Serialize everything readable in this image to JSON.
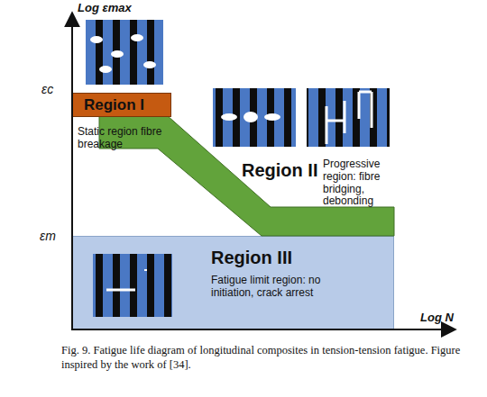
{
  "diagram": {
    "caption": "Fig. 9. Fatigue life diagram of longitudinal composites in tension-tension fatigue. Figure inspired by the work of [34].",
    "nodes": [
      {
        "text": [
          "Region I",
          "Static region fibre breakage"
        ]
      },
      {
        "text": [
          "Region II",
          "Progressive region: fibre bridging, debonding"
        ]
      },
      {
        "text": [
          "Region III",
          "Fatigue limit region: no initiation, crack arrest"
        ]
      }
    ],
    "labels": [
      "Log εmax",
      "εc",
      "εm",
      "Log N"
    ]
  }
}
